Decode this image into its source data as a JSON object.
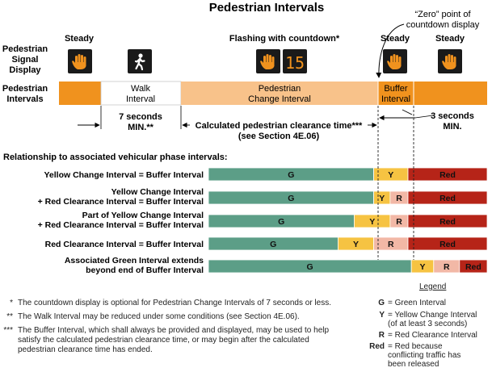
{
  "title": "Pedestrian Intervals",
  "zero_point_label": [
    "“Zero” point of",
    "countdown display"
  ],
  "signal_display_label": [
    "Pedestrian",
    "Signal",
    "Display"
  ],
  "intervals_label": [
    "Pedestrian",
    "Intervals"
  ],
  "signals": {
    "steady_1": "Steady",
    "flashing": "Flashing with countdown*",
    "countdown_number": "15",
    "steady_2": "Steady",
    "steady_3": "Steady"
  },
  "intervals": {
    "walk": [
      "Walk",
      "Interval"
    ],
    "change": [
      "Pedestrian",
      "Change Interval"
    ],
    "buffer": [
      "Buffer",
      "Interval"
    ]
  },
  "dimensions": {
    "seven_seconds": [
      "7 seconds",
      "MIN.**"
    ],
    "clearance_time": [
      "Calculated pedestrian clearance time***",
      "(see Section 4E.06)"
    ],
    "three_seconds": [
      "3 seconds",
      "MIN."
    ]
  },
  "relationship_heading": "Relationship to associated vehicular phase intervals:",
  "phase_rows": [
    {
      "label": [
        "Yellow Change Interval = Buffer Interval"
      ],
      "segments": [
        {
          "code": "G",
          "x0": 0,
          "x1": 0.593
        },
        {
          "code": "Y",
          "x0": 0.593,
          "x1": 0.716
        },
        {
          "code": "Red",
          "x0": 0.716,
          "x1": 1
        }
      ]
    },
    {
      "label": [
        "Yellow Change Interval",
        "+ Red Clearance Interval = Buffer Interval"
      ],
      "segments": [
        {
          "code": "G",
          "x0": 0,
          "x1": 0.593
        },
        {
          "code": "Y",
          "x0": 0.593,
          "x1": 0.652
        },
        {
          "code": "R",
          "x0": 0.652,
          "x1": 0.716
        },
        {
          "code": "Red",
          "x0": 0.716,
          "x1": 1
        }
      ]
    },
    {
      "label": [
        "Part of Yellow Change Interval",
        "+ Red Clearance Interval = Buffer Interval"
      ],
      "segments": [
        {
          "code": "G",
          "x0": 0,
          "x1": 0.523
        },
        {
          "code": "Y",
          "x0": 0.523,
          "x1": 0.652
        },
        {
          "code": "R",
          "x0": 0.652,
          "x1": 0.716
        },
        {
          "code": "Red",
          "x0": 0.716,
          "x1": 1
        }
      ]
    },
    {
      "label": [
        "Red Clearance Interval = Buffer Interval"
      ],
      "segments": [
        {
          "code": "G",
          "x0": 0,
          "x1": 0.465
        },
        {
          "code": "Y",
          "x0": 0.465,
          "x1": 0.593
        },
        {
          "code": "R",
          "x0": 0.593,
          "x1": 0.716
        },
        {
          "code": "Red",
          "x0": 0.716,
          "x1": 1
        }
      ]
    },
    {
      "label": [
        "Associated Green Interval extends",
        "beyond end of Buffer Interval"
      ],
      "segments": [
        {
          "code": "G",
          "x0": 0,
          "x1": 0.728
        },
        {
          "code": "Y",
          "x0": 0.728,
          "x1": 0.808
        },
        {
          "code": "R",
          "x0": 0.808,
          "x1": 0.901
        },
        {
          "code": "Red",
          "x0": 0.901,
          "x1": 1
        }
      ]
    }
  ],
  "colors": {
    "G": "#5c9e87",
    "Y": "#f6c342",
    "R": "#f2b8a6",
    "Red": "#b62418",
    "orange": "#f0921e",
    "light_orange": "#f8c28a",
    "signal_bg": "#1a1a1a",
    "hand": "#f0921e"
  },
  "footnotes": [
    {
      "mark": "*",
      "lines": [
        "The countdown display is optional for Pedestrian Change Intervals of 7 seconds or less."
      ]
    },
    {
      "mark": "**",
      "lines": [
        "The Walk Interval may be reduced under some conditions (see Section 4E.06)."
      ]
    },
    {
      "mark": "***",
      "lines": [
        "The Buffer Interval, which shall always be provided and displayed, may be used to help",
        "satisfy the calculated pedestrian clearance time, or may begin after the calculated",
        "pedestrian clearance time has ended."
      ]
    }
  ],
  "legend_title": "Legend",
  "legend": [
    {
      "key": "G",
      "lines": [
        "= Green Interval"
      ]
    },
    {
      "key": "Y",
      "lines": [
        "= Yellow Change Interval",
        "(of at least 3 seconds)"
      ]
    },
    {
      "key": "R",
      "lines": [
        "= Red Clearance Interval"
      ]
    },
    {
      "key": "Red",
      "lines": [
        "= Red because",
        "conflicting traffic has",
        "been released"
      ]
    }
  ]
}
